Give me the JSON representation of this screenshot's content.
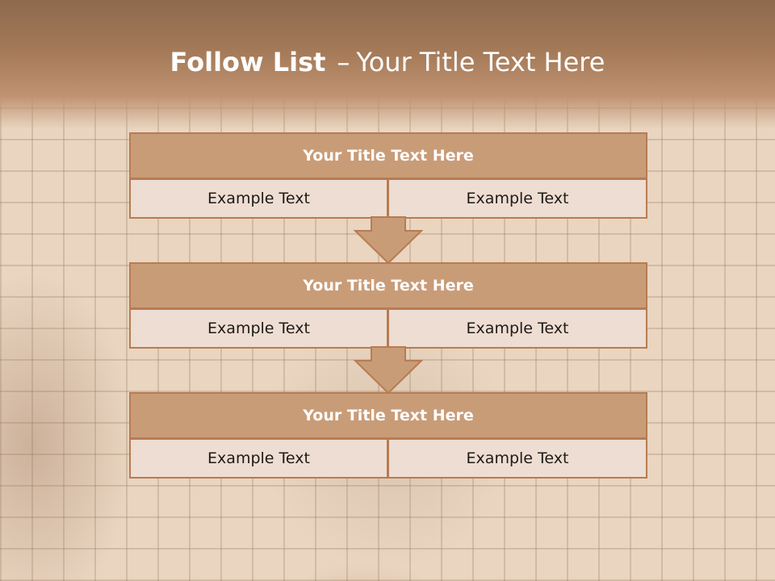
{
  "slide": {
    "title_bold": "Follow List",
    "title_dash": "–",
    "title_rest": "Your Title Text Here"
  },
  "blocks": [
    {
      "title": "Your Title Text Here",
      "left": "Example Text",
      "right": "Example Text"
    },
    {
      "title": "Your Title Text Here",
      "left": "Example Text",
      "right": "Example Text"
    },
    {
      "title": "Your Title Text Here",
      "left": "Example Text",
      "right": "Example Text"
    }
  ],
  "colors": {
    "header": "#a47a58",
    "block_title_fill": "#c99c78",
    "block_border": "#b77c52",
    "cell_fill": "#eeddd2",
    "arrow_fill": "#c99c78"
  }
}
